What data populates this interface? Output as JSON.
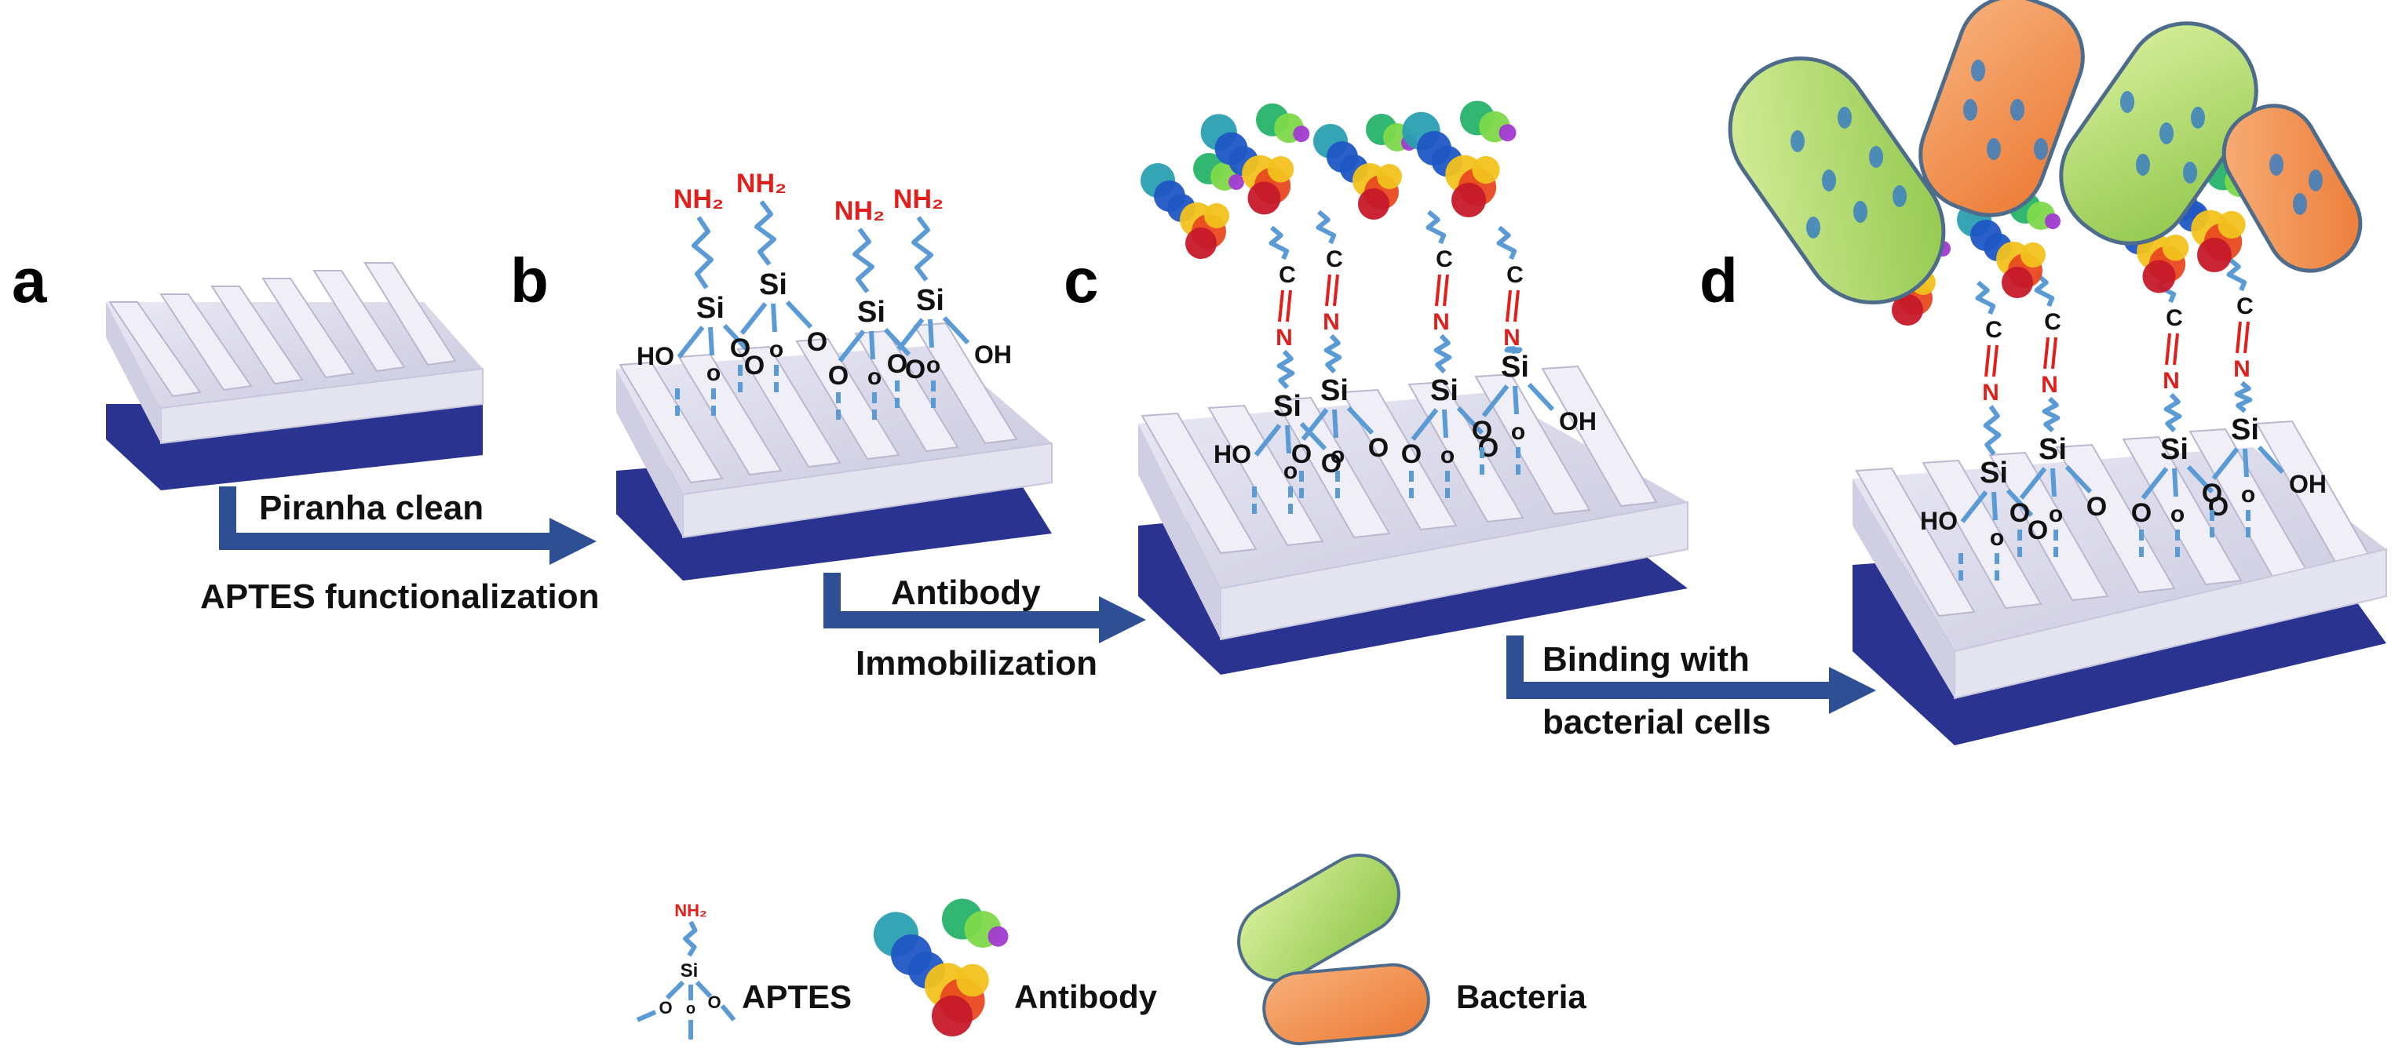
{
  "panels": {
    "a": "a",
    "b": "b",
    "c": "c",
    "d": "d"
  },
  "chem": {
    "nh2": "NH₂",
    "si": "Si",
    "o": "O",
    "o_small": "o",
    "ho": "HO",
    "oh": "OH",
    "c": "C",
    "n": "N"
  },
  "steps": {
    "step1_line1": "Piranha clean",
    "step1_line2": "APTES functionalization",
    "step2_line1": "Antibody",
    "step2_line2": "Immobilization",
    "step3_line1": "Binding with",
    "step3_line2": "bacterial cells"
  },
  "legend": {
    "aptes": "APTES",
    "antibody": "Antibody",
    "bacteria": "Bacteria"
  },
  "colors": {
    "chip_top": "#dcdcec",
    "chip_side_light": "#ecebf5",
    "chip_base": "#2e3599",
    "linker": "#5b9bd5",
    "amine_red": "#e0201c",
    "arrow": "#2f4f94",
    "bacteria_green": "#b5dd72",
    "bacteria_orange": "#f2934f",
    "bacteria_spots": "#3a7fc1"
  }
}
